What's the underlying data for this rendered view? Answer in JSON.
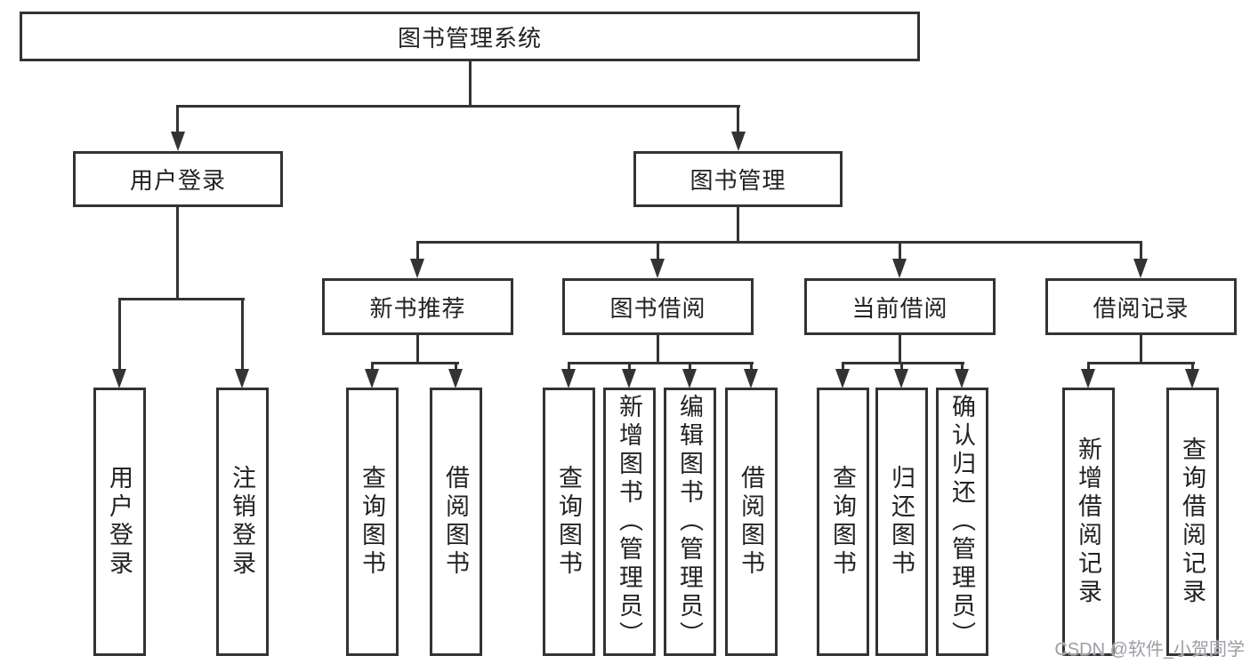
{
  "diagram_type": "hierarchy-tree",
  "colors": {
    "line": "#333333",
    "box_border": "#333333",
    "text": "#222222",
    "background": "#ffffff",
    "watermark": "#9d9da4"
  },
  "watermark": {
    "text": "CSDN @软件_小贺同学"
  },
  "tree": {
    "label": "图书管理系统",
    "children": [
      {
        "label": "用户登录",
        "children": [
          {
            "label": "用户登录"
          },
          {
            "label": "注销登录"
          }
        ]
      },
      {
        "label": "图书管理",
        "children": [
          {
            "label": "新书推荐",
            "children": [
              {
                "label": "查询图书"
              },
              {
                "label": "借阅图书"
              }
            ]
          },
          {
            "label": "图书借阅",
            "children": [
              {
                "label": "查询图书"
              },
              {
                "label": "新增图书（管理员）"
              },
              {
                "label": "编辑图书（管理员）"
              },
              {
                "label": "借阅图书"
              }
            ]
          },
          {
            "label": "当前借阅",
            "children": [
              {
                "label": "查询图书"
              },
              {
                "label": "归还图书"
              },
              {
                "label": "确认归还（管理员）"
              }
            ]
          },
          {
            "label": "借阅记录",
            "children": [
              {
                "label": "新增借阅记录"
              },
              {
                "label": "查询借阅记录"
              }
            ]
          }
        ]
      }
    ]
  }
}
